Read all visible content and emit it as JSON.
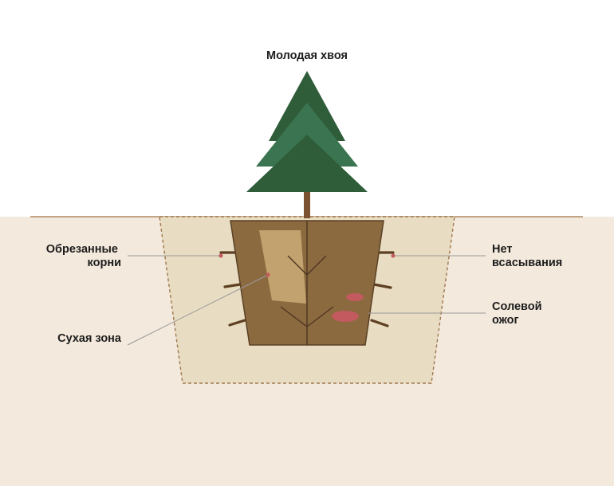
{
  "labels": {
    "top": "Молодая хвоя",
    "left1": [
      "Обрезанные",
      "корни"
    ],
    "left2": "Сухая зона",
    "right1": [
      "Нет",
      "всасывания"
    ],
    "right2": [
      "Солевой",
      "ожог"
    ]
  },
  "colors": {
    "soil": "#f3e9dc",
    "planting_hole": "#e8dcc3",
    "root_ball": "#8b6a40",
    "dry_zone": "#c2a26e",
    "tree_dark": "#2f5d3a",
    "tree_light": "#3b7450",
    "trunk": "#7a5232",
    "ground_line": "#b08a62",
    "salt_burn": "#c25a5f",
    "leader_line": "#9a9a9a"
  }
}
